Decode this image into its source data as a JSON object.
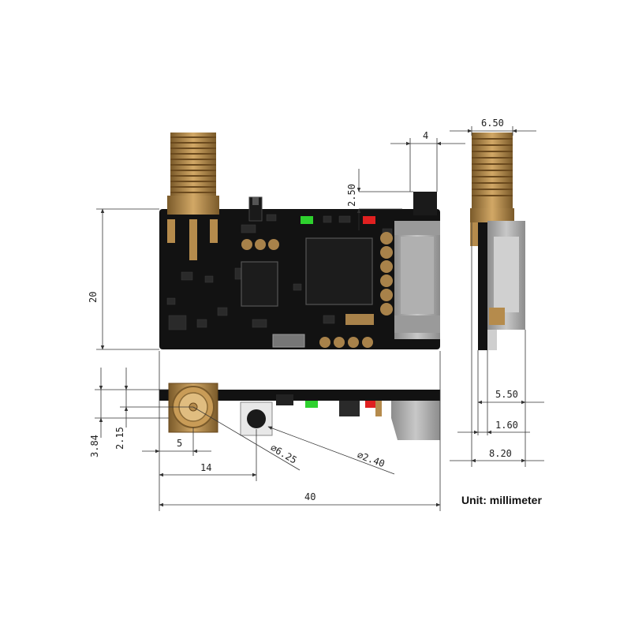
{
  "dimensions": {
    "width_total": "40",
    "height_board": "20",
    "connector_offset": "2.50",
    "connector_width": "4",
    "side_width": "6.50",
    "sma_offset_vertical": "3.84",
    "sma_center_vertical": "2.15",
    "sma_center_horizontal": "5",
    "button_offset": "14",
    "button_diameter": "∅6.25",
    "hole_diameter": "∅2.40",
    "side_5_50": "5.50",
    "side_1_60": "1.60",
    "side_8_20": "8.20"
  },
  "unit_label": "Unit: millimeter",
  "colors": {
    "pcb": "#121212",
    "gold": "#b58b4c",
    "gold_dark": "#7a5a2a",
    "led_green": "#2ed12e",
    "led_red": "#e02020",
    "connector_gray": "#a9a9a9"
  }
}
